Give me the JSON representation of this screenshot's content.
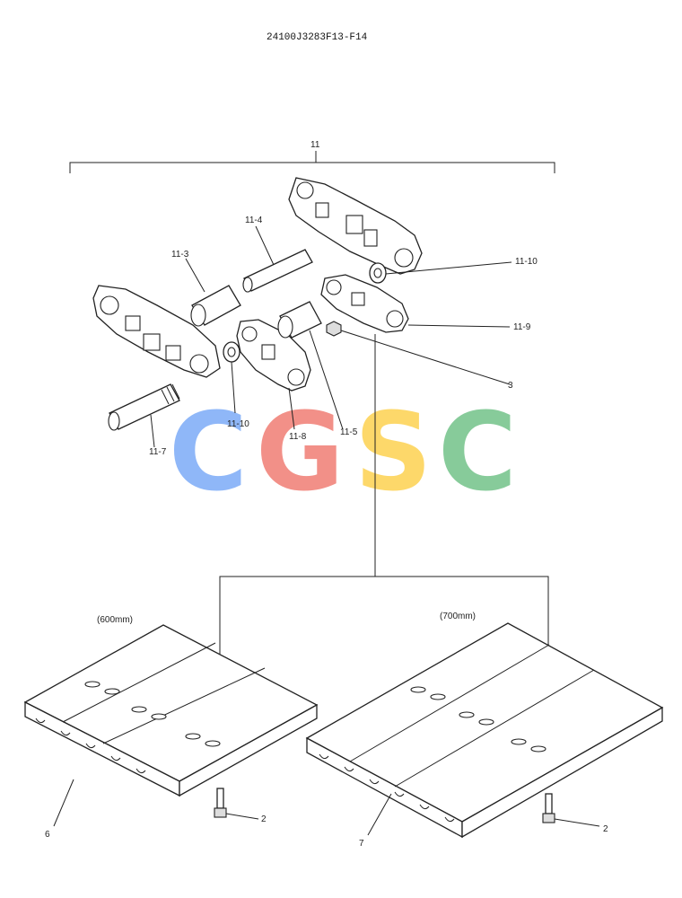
{
  "title": "24100J3283F13-F14",
  "labels": {
    "l11": "11",
    "l11_4": "11-4",
    "l11_3": "11-3",
    "l11_10a": "11-10",
    "l11_9": "11-9",
    "l3": "3",
    "l11_10b": "11-10",
    "l11_7": "11-7",
    "l11_8": "11-8",
    "l11_5": "11-5",
    "l600": "(600mm)",
    "l700": "(700mm)",
    "l2a": "2",
    "l2b": "2",
    "l6": "6",
    "l7": "7"
  },
  "watermark": {
    "letters": [
      "C",
      "G",
      "S",
      "C"
    ],
    "colors": [
      "#8ab4f8",
      "#f28b82",
      "#fdd663",
      "#81c995"
    ]
  }
}
